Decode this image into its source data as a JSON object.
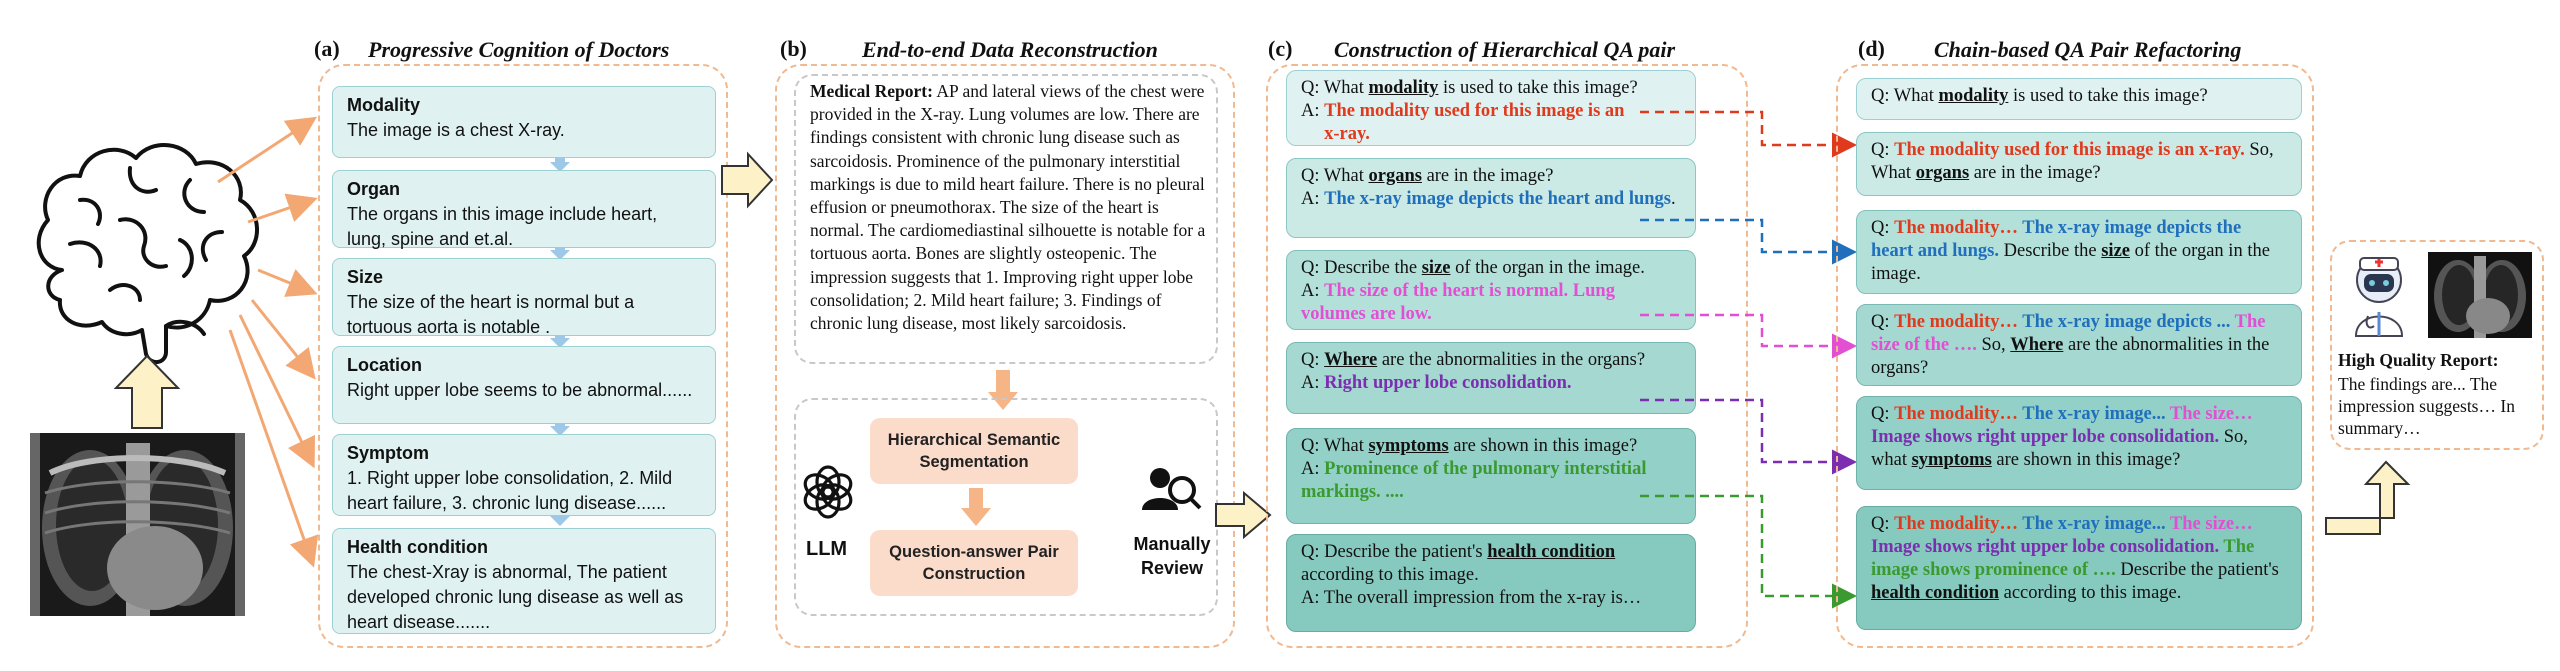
{
  "panel_a": {
    "label": "(a)",
    "title": "Progressive Cognition of Doctors",
    "boxes": [
      {
        "heading": "Modality",
        "text": "The image is a chest X-ray."
      },
      {
        "heading": "Organ",
        "text": "The organs in this image include heart, lung, spine and et.al."
      },
      {
        "heading": "Size",
        "text": "The size of the heart is normal but a tortuous aorta is notable ."
      },
      {
        "heading": "Location",
        "text": "Right upper lobe seems to be abnormal......"
      },
      {
        "heading": "Symptom",
        "text": "1. Right upper lobe consolidation, 2.  Mild heart failure, 3. chronic lung disease......"
      },
      {
        "heading": "Health condition",
        "text": "The chest-Xray is abnormal, The patient developed chronic lung disease as well as heart disease......."
      }
    ]
  },
  "panel_b": {
    "label": "(b)",
    "title": "End-to-end Data Reconstruction",
    "report_label": "Medical Report:",
    "report_text": "AP and lateral views of the chest were provided in the X-ray. Lung volumes are low. There are findings consistent with chronic lung disease such as sarcoidosis. Prominence of the pulmonary interstitial markings is due to mild heart failure. There is no pleural effusion or pneumothorax. The size of the heart is normal. The cardiomediastinal silhouette is notable for a tortuous aorta. Bones are slightly osteopenic. The impression suggests that 1. Improving right upper lobe consolidation; 2. Mild heart failure; 3. Findings of chronic lung disease, most likely sarcoidosis.",
    "step1": "Hierarchical Semantic Segmentation",
    "step2": "Question-answer Pair Construction",
    "llm_label": "LLM",
    "review_label": "Manually Review"
  },
  "panel_c": {
    "label": "(c)",
    "title": "Construction of Hierarchical QA pair",
    "qa": [
      {
        "q_pre": "Q: What ",
        "q_kw": "modality",
        "q_post": " is used to take this image?",
        "a_pre": "A: ",
        "a_text": "The modality used for this image is an x-ray.",
        "a_post": ""
      },
      {
        "q_pre": "Q: What ",
        "q_kw": "organs",
        "q_post": " are in the image?",
        "a_pre": "A: ",
        "a_text": "The x-ray image depicts the heart and lungs",
        "a_post": "."
      },
      {
        "q_pre": "Q: Describe the ",
        "q_kw": "size",
        "q_post": " of the organ in the image.",
        "a_pre": "A: ",
        "a_text": "The size of the heart is normal. Lung volumes are low.",
        "a_post": ""
      },
      {
        "q_pre": "Q: ",
        "q_kw": "Where",
        "q_post": " are the abnormalities in the organs?",
        "a_pre": "A: ",
        "a_text": "Right upper lobe consolidation.",
        "a_post": ""
      },
      {
        "q_pre": "Q: What ",
        "q_kw": "symptoms",
        "q_post": " are shown in this image?",
        "a_pre": "A: ",
        "a_text": "Prominence of the pulmonary interstitial markings. ....",
        "a_post": ""
      },
      {
        "q_pre": "Q: Describe the patient's ",
        "q_kw": "health condition",
        "q_post": " according to this image.",
        "a_pre": "A: The overall impression from the x-ray is…",
        "a_text": "",
        "a_post": ""
      }
    ]
  },
  "panel_d": {
    "label": "(d)",
    "title": "Chain-based QA Pair Refactoring",
    "r1": {
      "q_pre": "Q: What ",
      "q_kw": "modality",
      "q_post": " is used to take this image?"
    },
    "r2": {
      "q": "Q: ",
      "red": "The modality used for this image is an x-ray.",
      "mid": " So, What ",
      "kw": "organs",
      "post": " are in the image?"
    },
    "r3": {
      "q": "Q: ",
      "red": "The modality…",
      "blue": " The x-ray image depicts the heart and lungs.",
      "mid": " Describe the ",
      "kw": "size",
      "post": " of the organ in the image."
    },
    "r4": {
      "q": "Q: ",
      "red": "The modality…",
      "blue": " The x-ray image depicts ...",
      "pink": " The size of the …. ",
      "mid": "So, ",
      "kw": "Where",
      "post": " are the abnormalities in the organs?"
    },
    "r5": {
      "q": "Q: ",
      "red": "The modality…",
      "blue": " The x-ray image...",
      "pink": " The size…",
      "purple": " Image shows right upper lobe consolidation.",
      "mid": " So, what ",
      "kw": "symptoms",
      "post": " are shown in this image?"
    },
    "r6": {
      "q": "Q: ",
      "red": "The modality…",
      "blue": " The x-ray image...",
      "pink": " The size…",
      "purple": " Image shows right upper lobe consolidation.",
      "green": " The image shows prominence of ….",
      "mid": " Describe the patient's ",
      "kw": "health condition",
      "post": " according to this image."
    }
  },
  "output": {
    "title": "High Quality Report:",
    "text": "The findings are... The impression suggests… In summary…"
  },
  "colors": {
    "panel_border": "#f1b98f",
    "box_fill": "#dff2f1",
    "arrow_fill": "#fdf1c8",
    "red": "#e03a1e",
    "blue": "#1f6fbd",
    "pink": "#e24fd3",
    "purple": "#7b2fb0",
    "green": "#3a9a30"
  }
}
